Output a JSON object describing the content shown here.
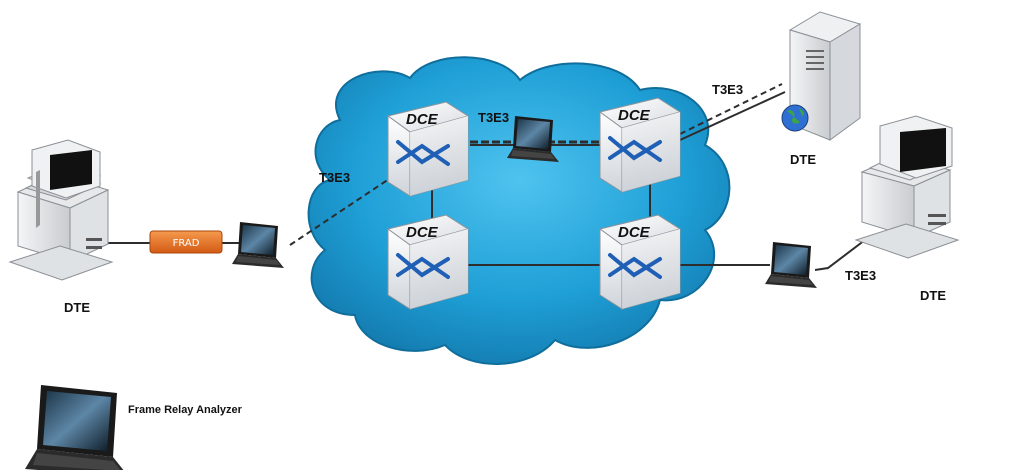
{
  "nodes": {
    "dce_label": "DCE",
    "frad_label": "FRAD",
    "dte_left_label": "DTE",
    "dte_server_label": "DTE",
    "dte_right_label": "DTE"
  },
  "links": {
    "left_t3e3": "T3E3",
    "top_t3e3": "T3E3",
    "server_t3e3": "T3E3",
    "right_t3e3": "T3E3"
  },
  "legend": {
    "analyzer_label": "Frame Relay Analyzer"
  },
  "colors": {
    "cloud": "#1e9fd6",
    "cloud_edge": "#0f6e9c",
    "frad": "#e8702a",
    "arrows": "#1f5fb5"
  }
}
